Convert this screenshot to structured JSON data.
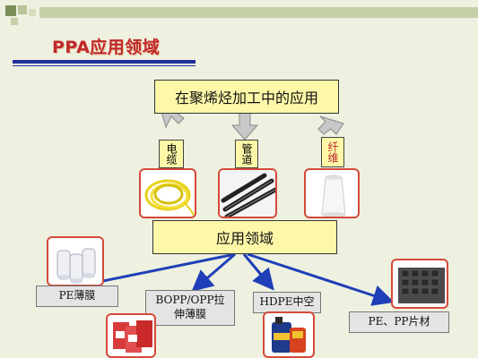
{
  "slide": {
    "title": "PPA应用领域",
    "accent_color": "#c0282a",
    "rule_color": "#1f2fa0"
  },
  "diagram": {
    "top_box": "在聚烯烃加工中的应用",
    "center_box": "应用领域",
    "upper_items": [
      {
        "label": "电缆",
        "icon": "cable-coil-photo"
      },
      {
        "label": "管道",
        "icon": "pipes-photo"
      },
      {
        "label": "纤维",
        "icon": "fiber-spool-photo"
      }
    ],
    "lower_items": [
      {
        "label": "PE薄膜",
        "icon": "film-rolls-photo"
      },
      {
        "label": "BOPP/OPP拉伸薄膜",
        "line1": "BOPP/OPP拉",
        "line2": "伸薄膜",
        "icon": "snack-bags-photo"
      },
      {
        "label": "HDPE中空",
        "icon": "containers-photo"
      },
      {
        "label": "PE、PP片材",
        "icon": "sheet-tray-photo"
      }
    ],
    "box_fill": "#fdf8a8",
    "arrow_color": "#1f3fb8",
    "upper_arrow_fill": "#c8c8c8"
  }
}
